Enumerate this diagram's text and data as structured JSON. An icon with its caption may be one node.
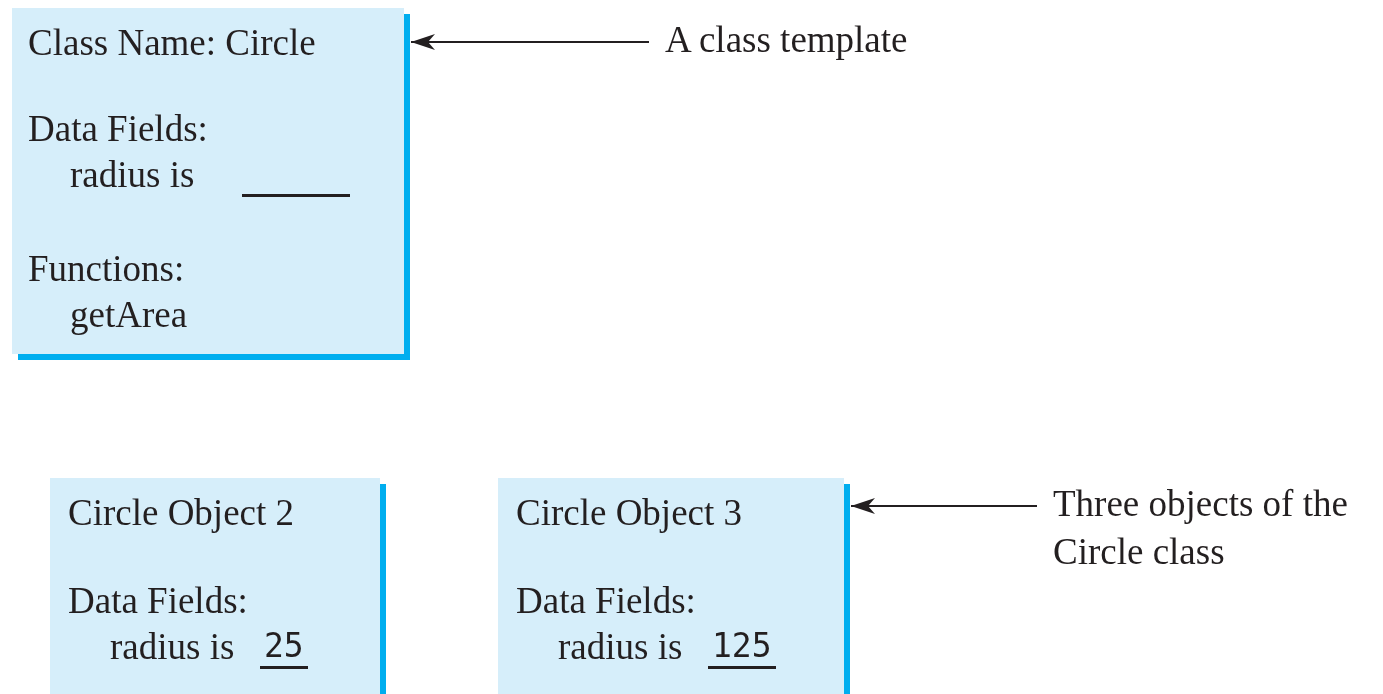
{
  "diagram": {
    "nodes": [
      {
        "text": [
          "Class Name: Circle",
          "Data Fields: radius is",
          "Functions: getArea"
        ]
      },
      {
        "text": [
          "A class template"
        ]
      },
      {
        "text": [
          "Circle Object 2",
          "Data Fields: radius is",
          "25"
        ]
      },
      {
        "text": [
          "Circle Object 3",
          "Data Fields: radius is",
          "125"
        ]
      },
      {
        "text": [
          "Three objects of the Circle class"
        ]
      }
    ],
    "edges": [
      {
        "from": 1,
        "to": 0,
        "arrow": "to"
      },
      {
        "from": 4,
        "to": 3,
        "arrow": "to"
      }
    ]
  }
}
